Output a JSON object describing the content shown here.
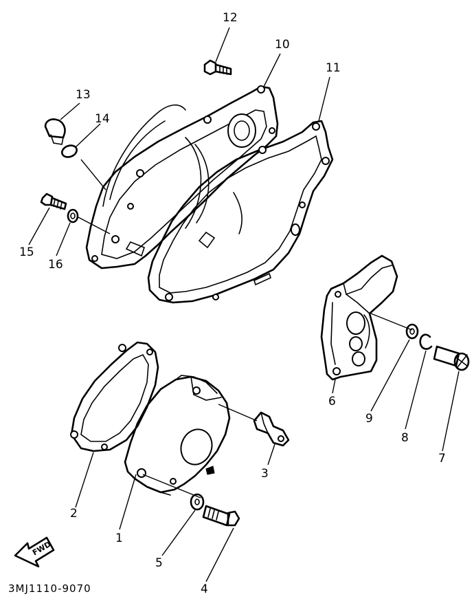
{
  "parts": [
    {
      "id": "part-1",
      "label": "1"
    },
    {
      "id": "part-2",
      "label": "2"
    },
    {
      "id": "part-3",
      "label": "3"
    },
    {
      "id": "part-4",
      "label": "4"
    },
    {
      "id": "part-5",
      "label": "5"
    },
    {
      "id": "part-6",
      "label": "6"
    },
    {
      "id": "part-7",
      "label": "7"
    },
    {
      "id": "part-8",
      "label": "8"
    },
    {
      "id": "part-9",
      "label": "9"
    },
    {
      "id": "part-10",
      "label": "10"
    },
    {
      "id": "part-11",
      "label": "11"
    },
    {
      "id": "part-12",
      "label": "12"
    },
    {
      "id": "part-13",
      "label": "13"
    },
    {
      "id": "part-14",
      "label": "14"
    },
    {
      "id": "part-15",
      "label": "15"
    },
    {
      "id": "part-16",
      "label": "16"
    }
  ],
  "fwd_arrow_label": "FWD",
  "diagram_code": "3MJ1110-9070"
}
